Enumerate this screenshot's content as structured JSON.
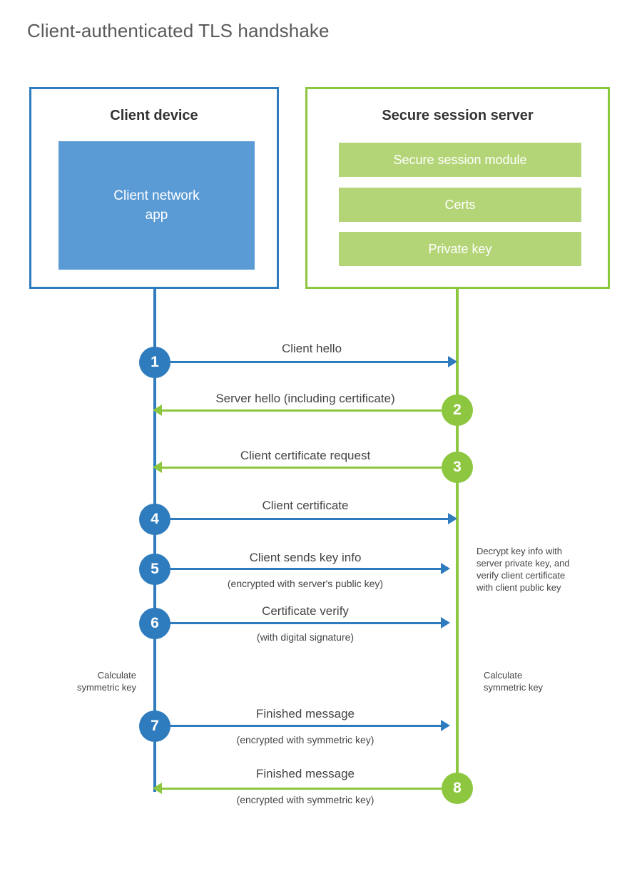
{
  "title": "Client-authenticated TLS handshake",
  "colors": {
    "client_blue": "#2E7CBE",
    "client_app_fill": "#5B9BD5",
    "server_green": "#8DC63F",
    "server_module_fill": "#B4D577",
    "text": "#444444",
    "title_text": "#5A5A5A"
  },
  "client": {
    "title": "Client device",
    "app_label": "Client network\napp"
  },
  "server": {
    "title": "Secure session server",
    "modules": [
      {
        "label": "Secure session module"
      },
      {
        "label": "Certs"
      },
      {
        "label": "Private key"
      }
    ]
  },
  "notes": {
    "client_calculate": "Calculate\nsymmetric key",
    "server_calculate": "Calculate\nsymmetric key",
    "server_decrypt": "Decrypt key info with\nserver private key, and\nverify client certificate\nwith client public key"
  },
  "steps": [
    {
      "number": "1",
      "label": "Client hello",
      "sublabel": "",
      "direction": "client-to-server",
      "color": "blue"
    },
    {
      "number": "2",
      "label": "Server hello (including certificate)",
      "sublabel": "",
      "direction": "server-to-client",
      "color": "green"
    },
    {
      "number": "3",
      "label": "Client certificate request",
      "sublabel": "",
      "direction": "server-to-client",
      "color": "green"
    },
    {
      "number": "4",
      "label": "Client certificate",
      "sublabel": "",
      "direction": "client-to-server",
      "color": "blue"
    },
    {
      "number": "5",
      "label": "Client sends key info",
      "sublabel": "(encrypted with server's public key)",
      "direction": "client-to-server",
      "color": "blue"
    },
    {
      "number": "6",
      "label": "Certificate verify",
      "sublabel": "(with digital signature)",
      "direction": "client-to-server",
      "color": "blue"
    },
    {
      "number": "7",
      "label": "Finished message",
      "sublabel": "(encrypted with symmetric key)",
      "direction": "client-to-server",
      "color": "blue"
    },
    {
      "number": "8",
      "label": "Finished message",
      "sublabel": "(encrypted with symmetric key)",
      "direction": "server-to-client",
      "color": "green"
    }
  ]
}
